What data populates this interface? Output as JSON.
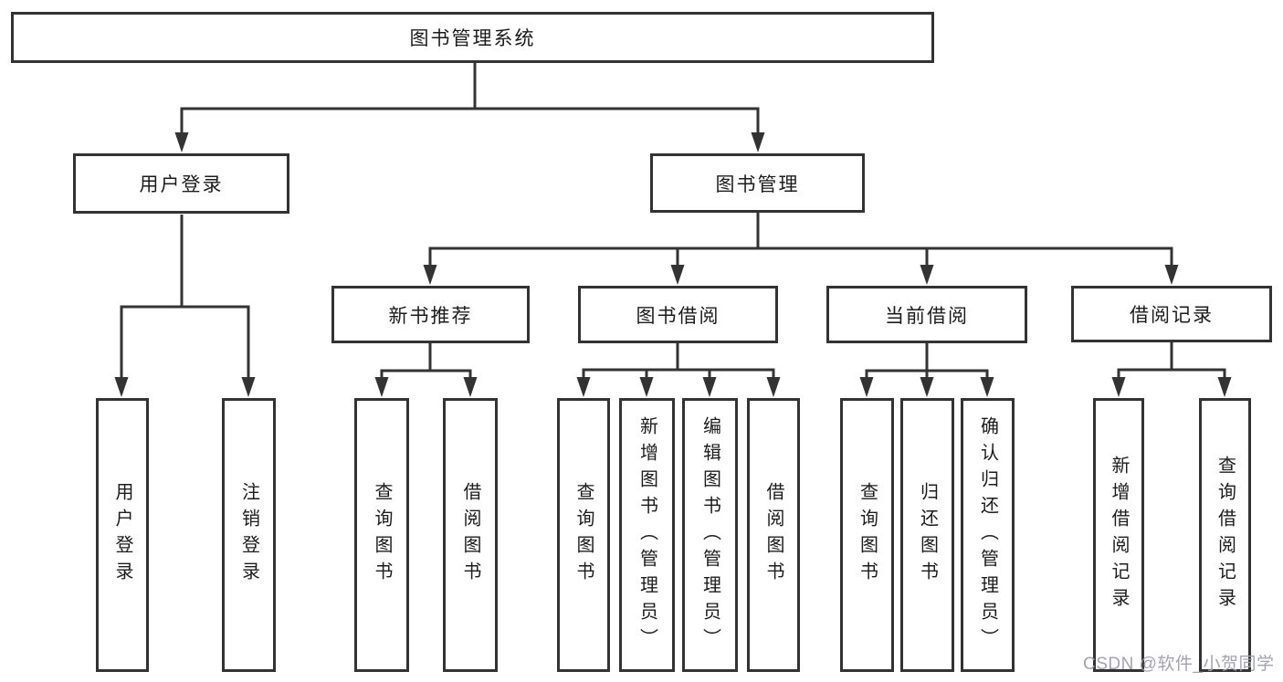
{
  "tree": {
    "root": {
      "label": "图书管理系统"
    },
    "branches": [
      {
        "label": "用户登录",
        "children": [
          {
            "label": "用户登录"
          },
          {
            "label": "注销登录"
          }
        ]
      },
      {
        "label": "图书管理",
        "children": [
          {
            "label": "新书推荐",
            "children": [
              {
                "label": "查询图书"
              },
              {
                "label": "借阅图书"
              }
            ]
          },
          {
            "label": "图书借阅",
            "children": [
              {
                "label": "查询图书"
              },
              {
                "label": "新增图书（管理员）"
              },
              {
                "label": "编辑图书（管理员）"
              },
              {
                "label": "借阅图书"
              }
            ]
          },
          {
            "label": "当前借阅",
            "children": [
              {
                "label": "查询图书"
              },
              {
                "label": "归还图书"
              },
              {
                "label": "确认归还（管理员）"
              }
            ]
          },
          {
            "label": "借阅记录",
            "children": [
              {
                "label": "新增借阅记录"
              },
              {
                "label": "查询借阅记录"
              }
            ]
          }
        ]
      }
    ]
  },
  "watermark": {
    "text": "CSDN @软件_小贺同学"
  },
  "colors": {
    "line": "#333333",
    "text": "#1c1c1c",
    "background": "#ffffff",
    "watermark": "#9e9fa7"
  }
}
